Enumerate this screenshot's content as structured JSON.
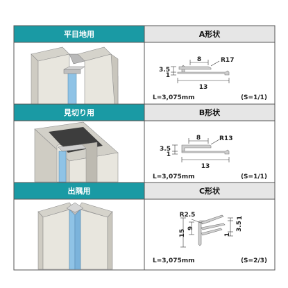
{
  "colors": {
    "header_teal": "#1a9aa4",
    "header_gray": "#e6e6e6",
    "grid_line": "#555555",
    "wall": "#e8e6de",
    "panel_edge": "#9a9a9a",
    "profile_blue": "#8fc3e6",
    "dark_panel": "#3d3d3d"
  },
  "rows": [
    {
      "usage_label": "平目地用",
      "shape_label": "A形状",
      "dimensions": {
        "width_top": "8",
        "radius": "R17",
        "height_a": "3.5",
        "height_b": "1",
        "width_bottom": "13"
      },
      "length": "L=3,075mm",
      "scale": "(S=1/1)"
    },
    {
      "usage_label": "見切り用",
      "shape_label": "B形状",
      "dimensions": {
        "width_top": "8",
        "radius": "R13",
        "height_a": "3.5",
        "height_b": "1",
        "width_bottom": "13"
      },
      "length": "L=3,075mm",
      "scale": "(S=1/1)"
    },
    {
      "usage_label": "出隅用",
      "shape_label": "C形状",
      "dimensions": {
        "radius": "R2.5",
        "height_total": "15",
        "height_inner": "9",
        "height_a": "1",
        "height_b": "3.5",
        "height_c": "1"
      },
      "length": "L=3,075mm",
      "scale": "(S=2/3)"
    }
  ]
}
